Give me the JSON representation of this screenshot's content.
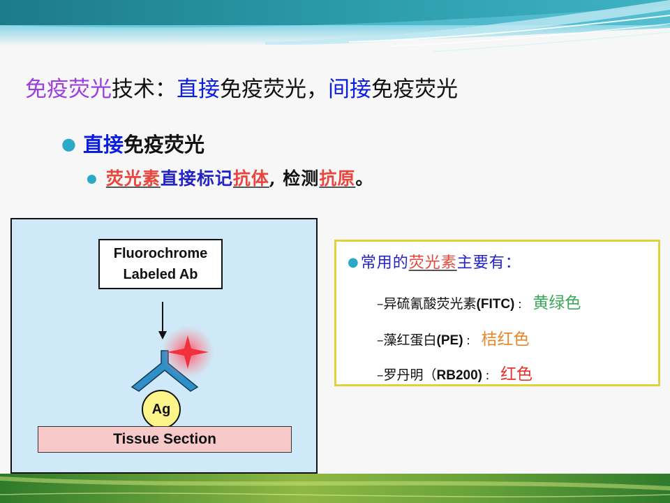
{
  "title": {
    "part1": "免疫荧光",
    "part2": "技术：",
    "part3": "直接",
    "part4": "免疫荧光，",
    "part5": "间接",
    "part6": "免疫荧光"
  },
  "bullet1": {
    "strong": "直接",
    "rest": "免疫荧光"
  },
  "bullet2": {
    "seg1": "荧光素",
    "seg2": "直接标记",
    "seg3": "抗体",
    "seg4": ", 检测",
    "seg5": "抗原",
    "seg6": "。"
  },
  "diagram": {
    "label_line1": "Fluorochrome",
    "label_line2": "Labeled Ab",
    "antigen": "Ag",
    "tissue": "Tissue Section"
  },
  "info": {
    "head_pre": "常用的",
    "head_red": "荧光素",
    "head_post": "主要有：",
    "rows": [
      {
        "name": "–异硫氰酸荧光素",
        "abbr": "(FITC)",
        "color_text": "黄绿色",
        "color": "#3aa856"
      },
      {
        "name": "–藻红蛋白",
        "abbr": "(PE)",
        "color_text": "桔红色",
        "color": "#e8862a"
      },
      {
        "name": "–罗丹明（",
        "abbr": "RB200)",
        "color_text": "红色",
        "color": "#e8302c"
      }
    ]
  },
  "colors": {
    "purple": "#9b3fe0",
    "blue": "#0a1de0",
    "red": "#e8453c",
    "teal": "#2ba9c8",
    "diagram_bg": "#cfe9f8",
    "info_border": "#e0d23a"
  }
}
